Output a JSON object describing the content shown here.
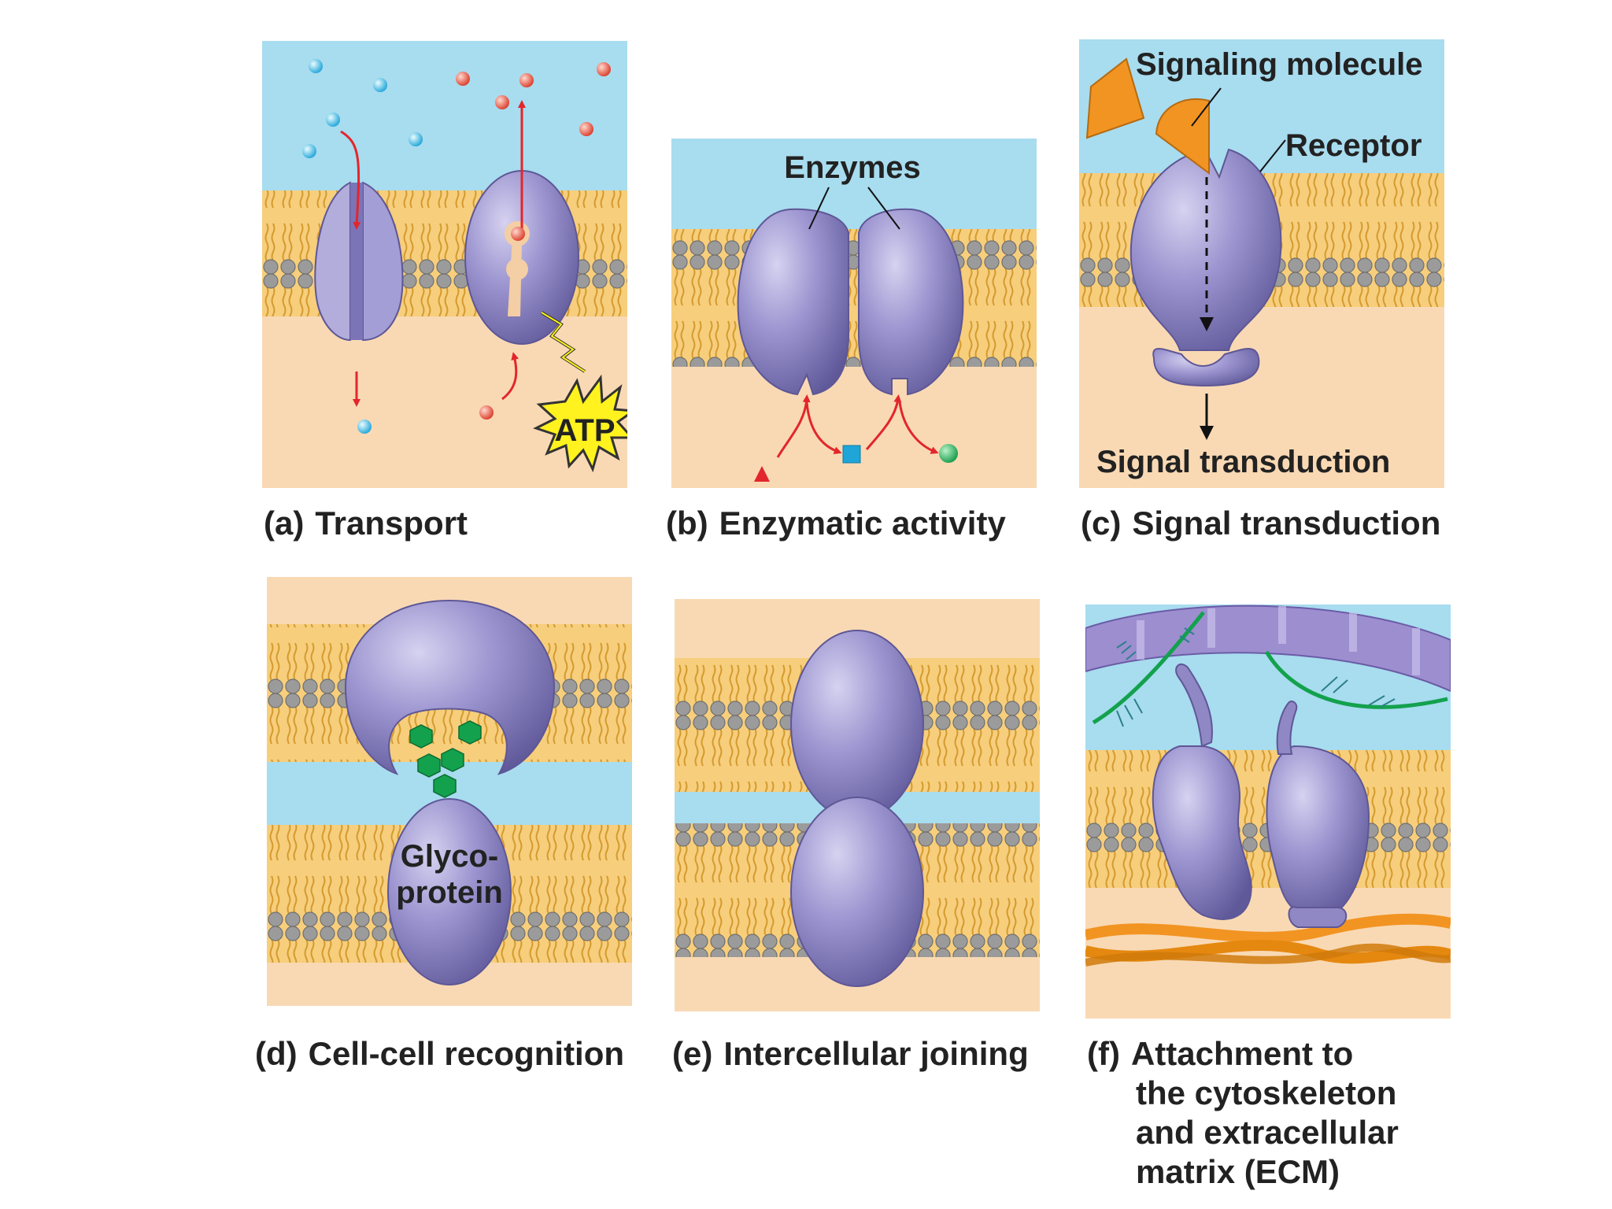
{
  "colors": {
    "extracellular": "#a8dcef",
    "cytoplasm": "#f9d9b4",
    "protein": "#8f88c4",
    "protein_dark": "#5e5796",
    "lipid_head": "#9a9a9a",
    "lipid_tail": "#e3ae46",
    "arrow": "#e2262c",
    "signaling": "#f29422",
    "atp": "#fff21e",
    "glyco": "#13a14d"
  },
  "panels": {
    "a": {
      "tag": "(a)",
      "title": "Transport",
      "atp": "ATP"
    },
    "b": {
      "tag": "(b)",
      "title": "Enzymatic activity",
      "enzymes": "Enzymes"
    },
    "c": {
      "tag": "(c)",
      "title": "Signal transduction",
      "signaling_molecule": "Signaling molecule",
      "receptor": "Receptor",
      "signal_transduction": "Signal transduction"
    },
    "d": {
      "tag": "(d)",
      "title": "Cell-cell recognition",
      "glyco_line1": "Glyco-",
      "glyco_line2": "protein"
    },
    "e": {
      "tag": "(e)",
      "title": "Intercellular joining"
    },
    "f": {
      "tag": "(f)",
      "title_lines": [
        "Attachment to",
        "the cytoskeleton",
        "and extracellular",
        "matrix (ECM)"
      ]
    }
  }
}
